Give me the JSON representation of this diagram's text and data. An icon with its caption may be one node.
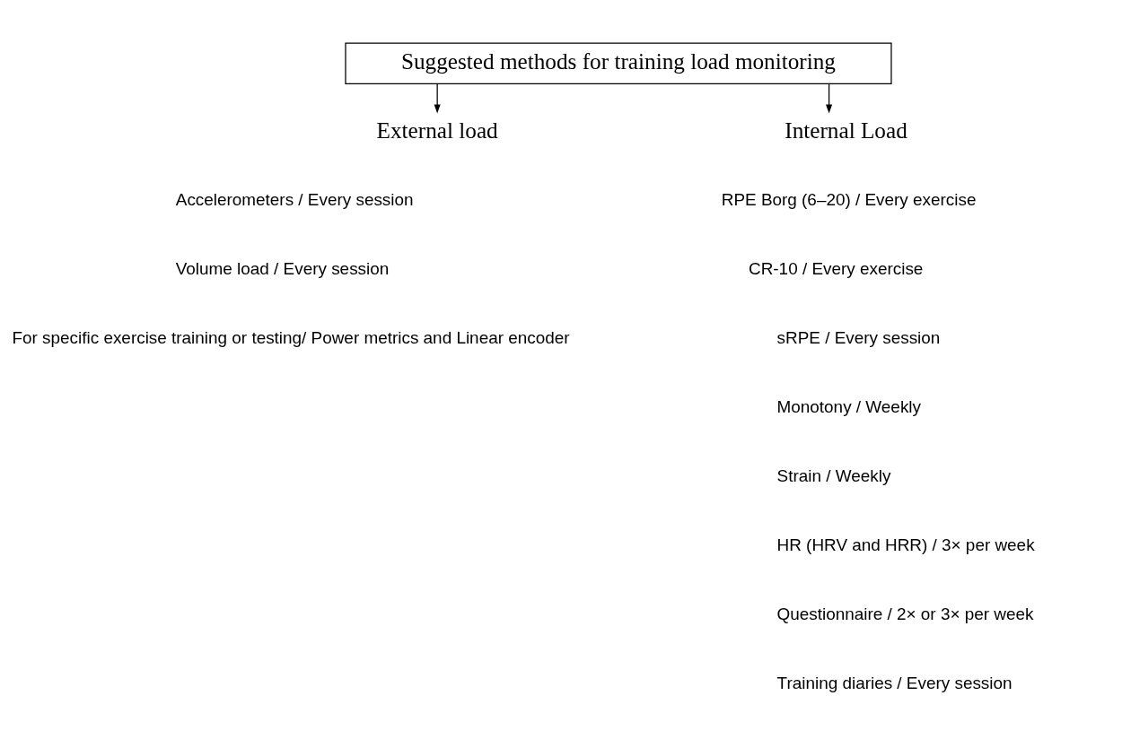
{
  "diagram": {
    "nodes": [
      {
        "text": [
          "Suggested methods for training load monitoring"
        ]
      },
      {
        "text": [
          "External load"
        ]
      },
      {
        "text": [
          "Internal Load"
        ]
      }
    ],
    "edges": [
      {
        "from": 0,
        "to": 1,
        "arrow": "to"
      },
      {
        "from": 0,
        "to": 2,
        "arrow": "to"
      }
    ],
    "labels": [
      "Accelerometers / Every session",
      "Volume load / Every session",
      "For specific exercise training or testing/ Power metrics and Linear encoder",
      "RPE Borg (6–20) / Every exercise",
      "CR-10 / Every exercise",
      "sRPE / Every session",
      "Monotony / Weekly",
      "Strain / Weekly",
      "HR (HRV and HRR) / 3× per week",
      "Questionnaire / 2× or 3× per week",
      "Training diaries / Every session"
    ]
  }
}
